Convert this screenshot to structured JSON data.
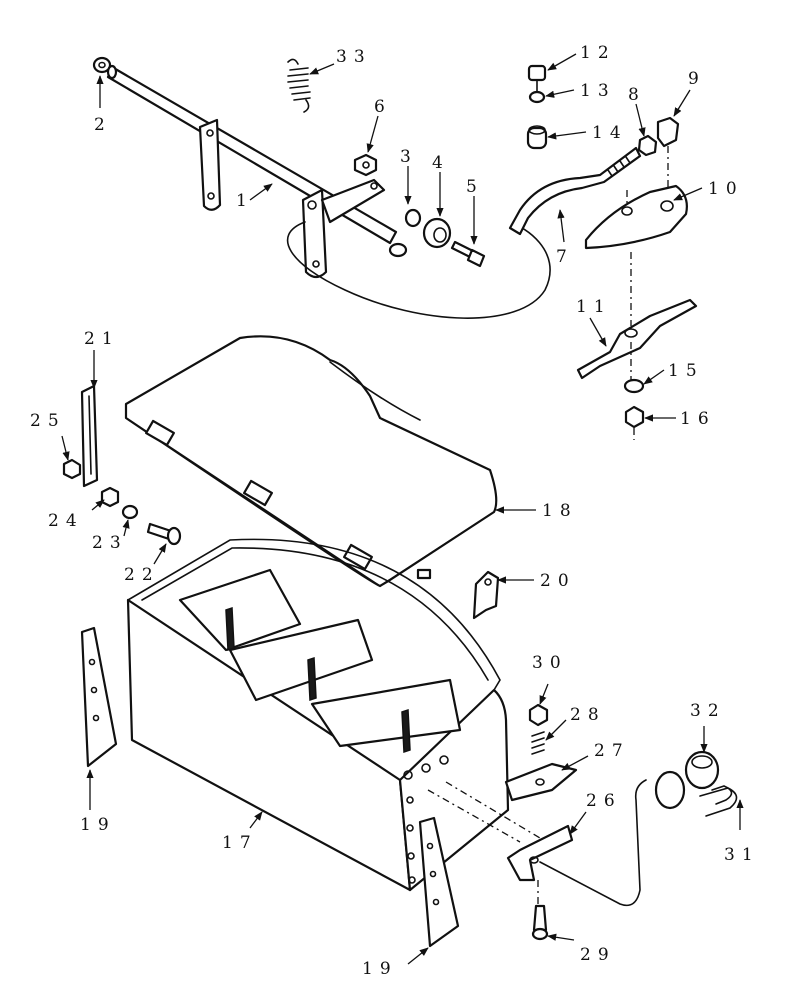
{
  "callouts": {
    "c1": "1",
    "c2": "2",
    "c3": "3",
    "c4": "4",
    "c5": "5",
    "c6": "6",
    "c7": "7",
    "c8": "8",
    "c9": "9",
    "c10": "10",
    "c11": "11",
    "c12": "12",
    "c13": "13",
    "c14": "14",
    "c15": "15",
    "c16": "16",
    "c17": "17",
    "c18": "18",
    "c19a": "19",
    "c19b": "19",
    "c20": "20",
    "c21": "21",
    "c22": "22",
    "c23": "23",
    "c24": "24",
    "c25": "25",
    "c26": "26",
    "c27": "27",
    "c28": "28",
    "c29": "29",
    "c30": "30",
    "c31": "31",
    "c32": "32",
    "c33": "33"
  },
  "colors": {
    "line": "#111111",
    "background": "#ffffff"
  }
}
